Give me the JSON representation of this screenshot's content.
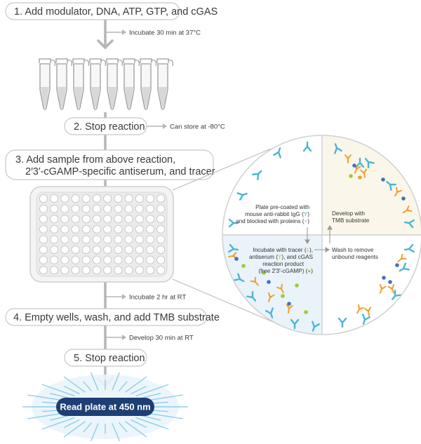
{
  "colors": {
    "flow_line": "#b5b5b5",
    "box_stroke": "#c8c8c8",
    "final_fill": "#1d3f75",
    "antibody_blue": "#4ab4d6",
    "tracer_orange": "#f0a030",
    "cgamp_green": "#9acd32",
    "quadrant_blue": "#e9f3f9",
    "quadrant_beige": "#fbf6ea"
  },
  "steps": {
    "step1": "1. Add modulator, DNA, ATP, GTP, and cGAS",
    "step2": "2. Stop reaction",
    "step3_line1": "3. Add sample from above reaction,",
    "step3_line2": "2′3′-cGAMP-specific antiserum, and tracer",
    "step4": "4. Empty wells, wash, and add TMB substrate",
    "step5": "5. Stop reaction",
    "final": "Read plate at 450 nm"
  },
  "notes": {
    "incubate1": "Incubate 30 min at 37°C",
    "store": "Can store at -80°C",
    "incubate2": "Incubate 2 hr at RT",
    "develop": "Develop 30 min at RT"
  },
  "quadrants": {
    "q1_line1": "Plate pre-coated with",
    "q1_line2": "mouse anti-rabbit IgG (",
    "q1_line2_symbol": "Y",
    "q1_line2_end": ")",
    "q1_line3": "and blocked with proteins (",
    "q1_line3_symbol": "~",
    "q1_line3_end": ")",
    "q2_line1": "Develop with",
    "q2_line2": "TMB substrate",
    "q3_line1": "Incubate with tracer (",
    "q3_line1_symbol": "ↆ",
    "q3_line1_end": "),",
    "q3_line2": "antiserum (",
    "q3_line2_symbol": "Y",
    "q3_line2_end": "), and cGAS",
    "q3_line3": "reaction product",
    "q3_line4": "(free 2′3′-cGAMP) (",
    "q3_line4_symbol": "●",
    "q3_line4_end": ")",
    "q4_line1": "Wash to remove",
    "q4_line2": "unbound reagents"
  },
  "icons": {
    "tubes": "microcentrifuge-tubes-icon",
    "plate": "96-well-plate-icon",
    "antibody": "antibody-icon",
    "tracer": "tracer-icon",
    "cgamp": "cgamp-dot-icon",
    "sunburst": "sunburst-icon"
  }
}
